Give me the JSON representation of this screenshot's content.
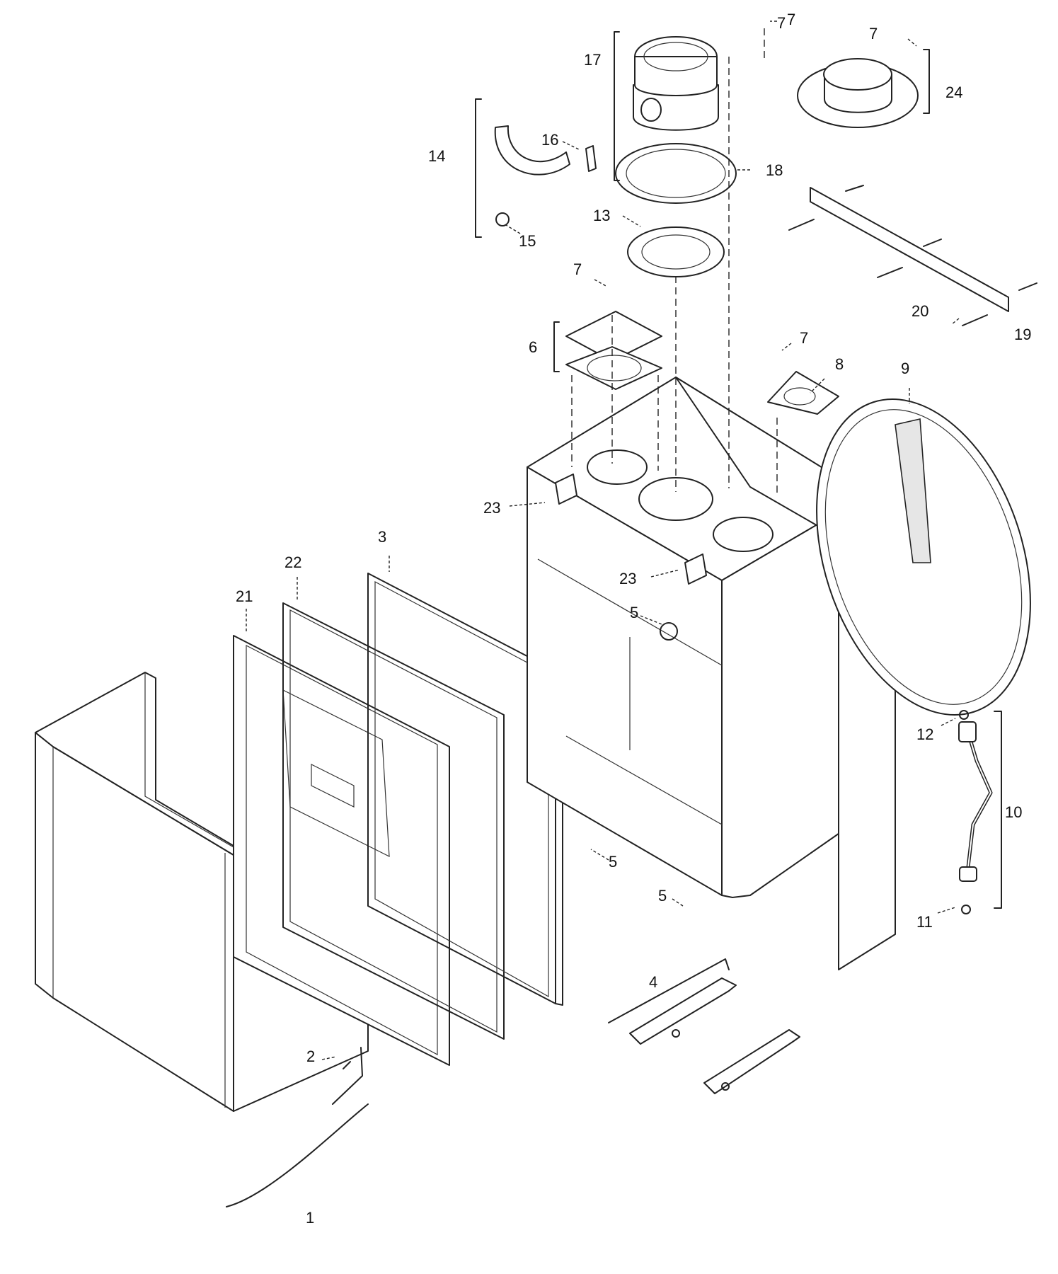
{
  "callouts": [
    "1",
    "2",
    "3",
    "4",
    "5",
    "5",
    "5",
    "6",
    "7",
    "7",
    "7",
    "7",
    "7",
    "8",
    "9",
    "10",
    "11",
    "12",
    "13",
    "14",
    "15",
    "16",
    "17",
    "18",
    "19",
    "20",
    "21",
    "22",
    "23",
    "23",
    "24"
  ],
  "parts": [
    {
      "label": "1"
    },
    {
      "label": "2"
    },
    {
      "label": "3"
    },
    {
      "label": "4"
    },
    {
      "label": "5"
    },
    {
      "label": "6"
    },
    {
      "label": "7"
    },
    {
      "label": "8"
    },
    {
      "label": "9"
    },
    {
      "label": "10"
    },
    {
      "label": "11"
    },
    {
      "label": "12"
    },
    {
      "label": "13"
    },
    {
      "label": "14"
    },
    {
      "label": "15"
    },
    {
      "label": "16"
    },
    {
      "label": "17"
    },
    {
      "label": "18"
    },
    {
      "label": "19"
    },
    {
      "label": "20"
    },
    {
      "label": "21"
    },
    {
      "label": "22"
    },
    {
      "label": "23"
    },
    {
      "label": "24"
    }
  ],
  "colors": {
    "line": "#222222",
    "background": "#ffffff",
    "shade": "#e6e6e6"
  }
}
